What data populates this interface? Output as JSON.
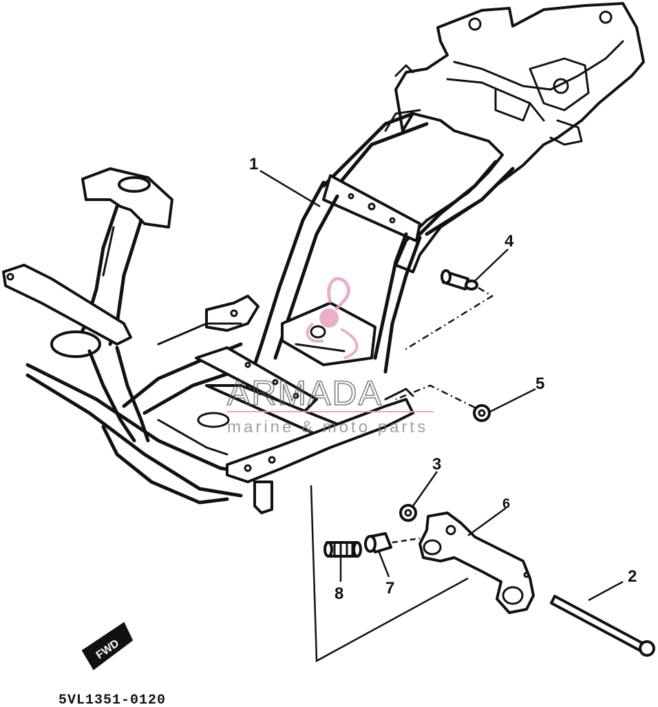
{
  "diagram": {
    "parts": [
      {
        "id": "1",
        "label": "1"
      },
      {
        "id": "2",
        "label": "2"
      },
      {
        "id": "3",
        "label": "3"
      },
      {
        "id": "4",
        "label": "4"
      },
      {
        "id": "5",
        "label": "5"
      },
      {
        "id": "6",
        "label": "6"
      },
      {
        "id": "7",
        "label": "7"
      },
      {
        "id": "8",
        "label": "8"
      }
    ],
    "direction_label": "FWD",
    "drawing_code": "5VL1351-0120"
  },
  "watermark": {
    "brand": "ARMADA",
    "tagline": "marine & moto parts",
    "color": "#e8a0c0"
  }
}
